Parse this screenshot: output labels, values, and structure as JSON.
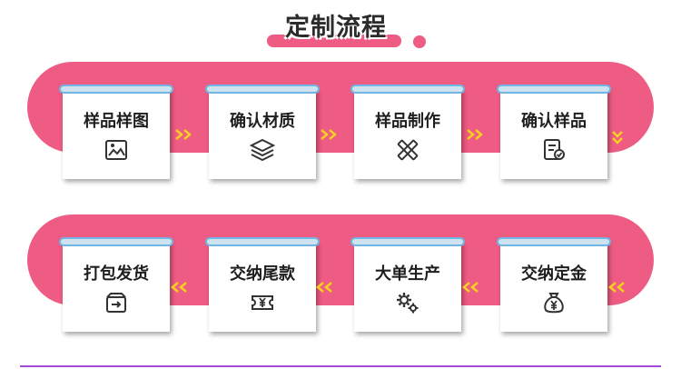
{
  "title": "定制流程",
  "colors": {
    "accent": "#ee5b83",
    "pin_border": "#6fb6e5",
    "arrow": "#f5d020"
  },
  "row1": [
    {
      "label": "样品样图",
      "icon": "image-icon"
    },
    {
      "label": "确认材质",
      "icon": "layers-icon"
    },
    {
      "label": "样品制作",
      "icon": "pencil-ruler-icon"
    },
    {
      "label": "确认样品",
      "icon": "document-check-icon"
    }
  ],
  "row2": [
    {
      "label": "打包发货",
      "icon": "package-icon"
    },
    {
      "label": "交纳尾款",
      "icon": "yen-ticket-icon"
    },
    {
      "label": "大单生产",
      "icon": "gears-icon"
    },
    {
      "label": "交纳定金",
      "icon": "money-bag-icon"
    }
  ]
}
